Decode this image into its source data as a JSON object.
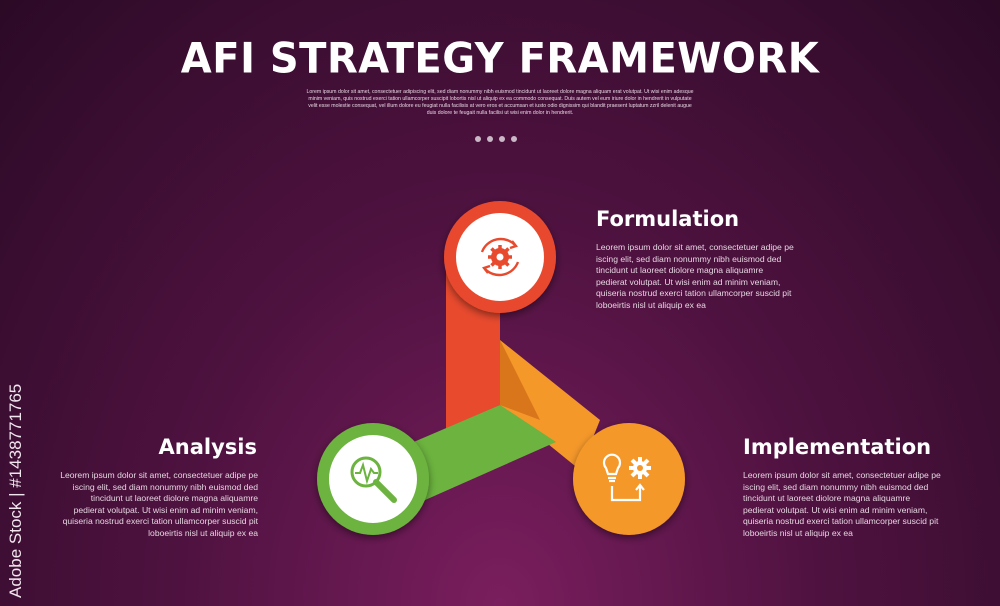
{
  "header": {
    "title": "AFI STRATEGY FRAMEWORK",
    "subtitle": "Lorem ipsum dolor sit amet, consectetuer adipiscing elit, sed diam nonummy nibh euismod tincidunt ut laoreet dolore magna aliquam erat volutpat. Ut wisi enim adesque minim veniam, quis nostrud exerci tation ullamcorper suscipit lobortis nisl ut aliquip ex ea commodo consequat. Duis autem vel eum iriure dolor in hendrerit in vulputate velit esse molestie consequat, vel illum dolore eu feugiat nulla facilisis at vero eros et accumsan et iusto odio dignissim qui blandit praesent luptatum zzril delenit augue duis dolore te feugait nulla facilisi ut wisi enim dolor in hendrerit."
  },
  "steps": {
    "formulation": {
      "title": "Formulation",
      "text": "Leorem ipsum dolor sit amet, consectetuer adipe pe iscing elit, sed diam nonummy nibh euismod ded tincidunt ut laoreet diolore magna aliquamre pedierat volutpat. Ut wisi enim ad minim veniam, quiseria nostrud exerci tation ullamcorper suscid pit loboeirtis nisl ut aliquip ex ea",
      "color": "#e84a2e",
      "icon": "gear-refresh-icon"
    },
    "analysis": {
      "title": "Analysis",
      "text": "Leorem ipsum dolor sit amet, consectetuer adipe pe iscing elit, sed diam nonummy nibh euismod ded tincidunt ut laoreet diolore magna aliquamre pedierat volutpat. Ut wisi enim ad minim veniam, quiseria nostrud exerci tation ullamcorper suscid pit loboeirtis nisl ut aliquip ex ea",
      "color": "#6cb33f",
      "icon": "magnifier-chart-icon"
    },
    "implementation": {
      "title": "Implementation",
      "text": "Leorem ipsum dolor sit amet, consectetuer adipe pe iscing elit, sed diam nonummy nibh euismod ded tincidunt ut laoreet diolore magna aliquamre pedierat volutpat. Ut wisi enim ad minim veniam, quiseria nostrud exerci tation ullamcorper suscid pit loboeirtis nisl ut aliquip ex ea",
      "color": "#f5982a",
      "icon": "bulb-gear-icon"
    }
  },
  "watermark": "Adobe Stock | #1438771765"
}
